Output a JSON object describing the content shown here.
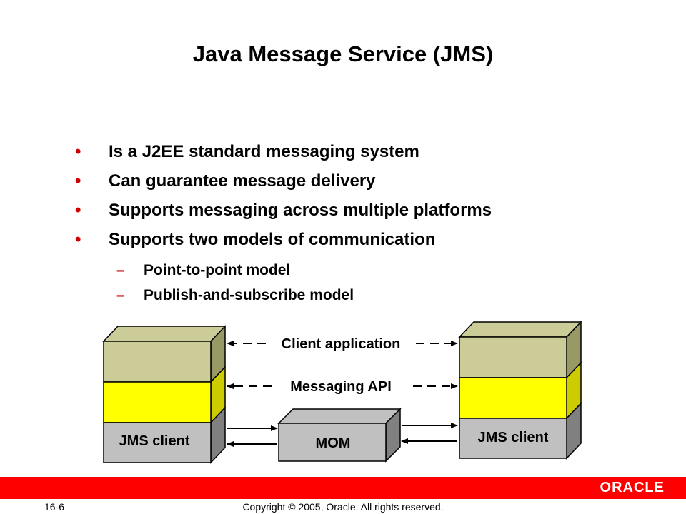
{
  "slide": {
    "title": "Java Message Service (JMS)"
  },
  "bullets": [
    "Is a J2EE standard messaging system",
    "Can guarantee message delivery",
    "Supports messaging across multiple platforms",
    "Supports two models of communication"
  ],
  "sub_bullets": [
    "Point-to-point model",
    "Publish-and-subscribe model"
  ],
  "markers": {
    "bullet": "•",
    "sub": "–"
  },
  "diagram": {
    "left_client_label": "JMS client",
    "right_client_label": "JMS client",
    "mom_label": "MOM",
    "client_application_label": "Client application",
    "messaging_api_label": "Messaging API"
  },
  "colors": {
    "accent": "#cc0000",
    "footer_bar": "#ff0000",
    "box_tan": "#cccc99",
    "box_tan_side": "#999966",
    "box_yellow": "#ffff00",
    "box_yellow_side": "#cccc00",
    "box_gray": "#c0c0c0",
    "box_gray_side": "#808080"
  },
  "footer": {
    "page_number": "16-6",
    "copyright": "Copyright © 2005, Oracle.  All rights reserved.",
    "logo_text": "ORACLE"
  }
}
